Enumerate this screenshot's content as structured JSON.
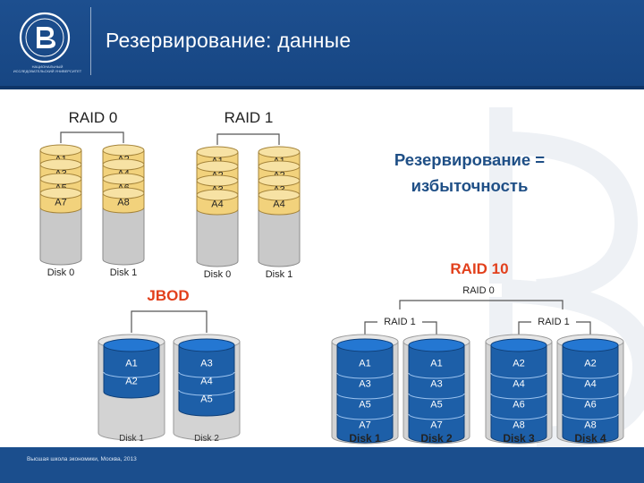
{
  "slide": {
    "title": "Резервирование: данные",
    "logo_caption": "НАЦИОНАЛЬНЫЙ ИССЛЕДОВАТЕЛЬСКИЙ УНИВЕРСИТЕТ",
    "footer": "Высшая школа экономики, Москва, 2013",
    "note_line1": "Резервирование =",
    "note_line2": "избыточность"
  },
  "colors": {
    "header": "#1d4f8f",
    "stripe_gold": "#f2d27c",
    "stripe_gold_dark": "#a5843a",
    "disk_gray": "#c9c9c9",
    "disk_blue": "#1d5fa8",
    "title_red": "#e2401c",
    "note_blue": "#1f4f86"
  },
  "raid0": {
    "label": "RAID 0",
    "disks": [
      {
        "name": "Disk 0",
        "blocks": [
          "A1",
          "A3",
          "A5",
          "A7"
        ]
      },
      {
        "name": "Disk 1",
        "blocks": [
          "A2",
          "A4",
          "A6",
          "A8"
        ]
      }
    ]
  },
  "raid1": {
    "label": "RAID 1",
    "disks": [
      {
        "name": "Disk 0",
        "blocks": [
          "A1",
          "A2",
          "A3",
          "A4"
        ]
      },
      {
        "name": "Disk 1",
        "blocks": [
          "A1",
          "A2",
          "A3",
          "A4"
        ]
      }
    ]
  },
  "jbod": {
    "label": "JBOD",
    "disks": [
      {
        "name": "Disk 1",
        "blocks": [
          "A1",
          "A2"
        ]
      },
      {
        "name": "Disk 2",
        "blocks": [
          "A3",
          "A4",
          "A5"
        ]
      }
    ]
  },
  "raid10": {
    "label": "RAID 10",
    "top_label": "RAID 0",
    "groups": [
      {
        "label": "RAID 1",
        "disks": [
          {
            "name": "Disk 1",
            "blocks": [
              "A1",
              "A3",
              "A5",
              "A7"
            ]
          },
          {
            "name": "Disk 2",
            "blocks": [
              "A1",
              "A3",
              "A5",
              "A7"
            ]
          }
        ]
      },
      {
        "label": "RAID 1",
        "disks": [
          {
            "name": "Disk 3",
            "blocks": [
              "A2",
              "A4",
              "A6",
              "A8"
            ]
          },
          {
            "name": "Disk 4",
            "blocks": [
              "A2",
              "A4",
              "A6",
              "A8"
            ]
          }
        ]
      }
    ]
  }
}
